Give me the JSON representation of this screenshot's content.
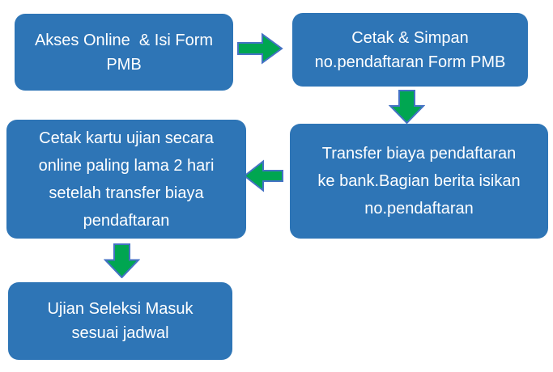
{
  "flowchart": {
    "boxes": [
      {
        "id": "step-1",
        "lines": [
          "Akses Online  & Isi Form",
          "PMB"
        ]
      },
      {
        "id": "step-2",
        "lines": [
          "Cetak & Simpan",
          "no.pendaftaran Form PMB"
        ]
      },
      {
        "id": "step-3",
        "lines": [
          "Transfer biaya pendaftaran",
          "ke bank.Bagian berita isikan",
          "no.pendaftaran"
        ]
      },
      {
        "id": "step-4",
        "lines": [
          "Cetak kartu ujian secara",
          "online paling lama 2 hari",
          "setelah transfer biaya",
          "pendaftaran"
        ]
      },
      {
        "id": "step-5",
        "lines": [
          "Ujian Seleksi Masuk",
          "sesuai jadwal"
        ]
      }
    ],
    "colors": {
      "background": "#FFFFFF",
      "box_fill": "#2E75B6",
      "box_text": "#FFFFFF",
      "arrow_fill": "#00A651",
      "arrow_stroke": "#4472C4"
    }
  }
}
